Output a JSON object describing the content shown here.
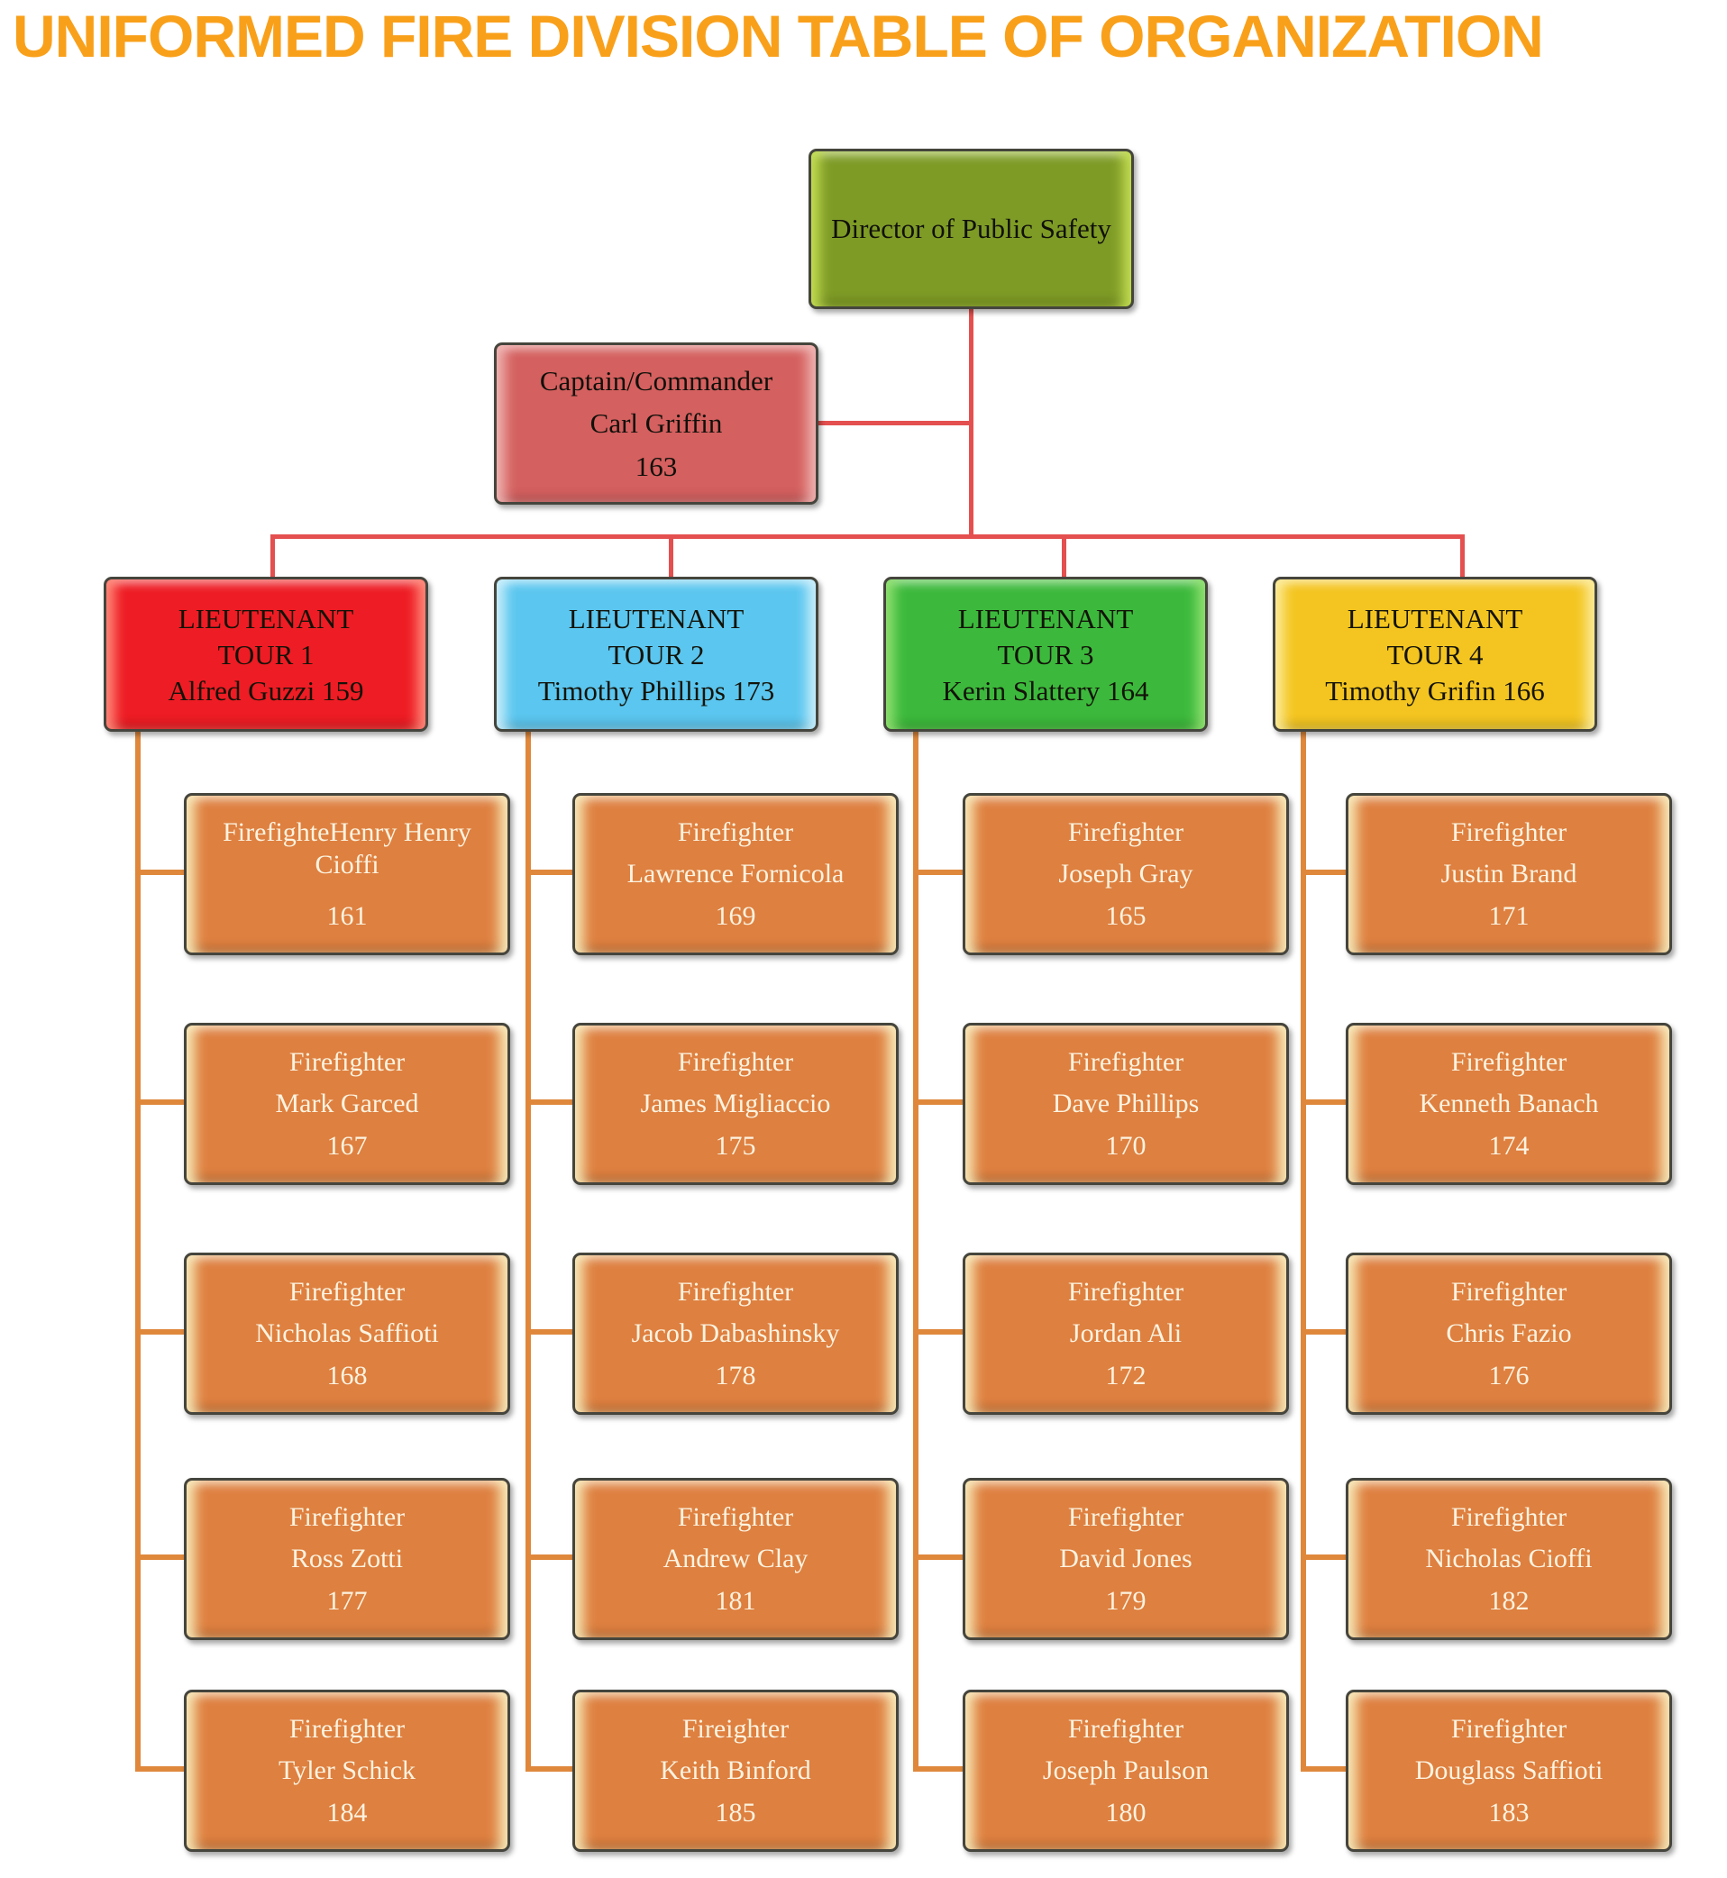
{
  "title": "UNIFORMED FIRE DIVISION TABLE OF ORGANIZATION",
  "colors": {
    "title": "#F9A01B",
    "background": "#FFFFFF",
    "box_border": "#45453D",
    "connector_red": "#E4504F",
    "connector_orange": "#DF883C",
    "director": {
      "fill": "#7E9B26",
      "highlight": "#C4DE52"
    },
    "captain": {
      "fill": "#D4605F",
      "highlight": "#EFB4B2"
    },
    "member": {
      "fill": "#DE8040",
      "highlight": "#F8E9B8",
      "text": "#FCF3E0"
    }
  },
  "director": {
    "label": "Director of Public Safety"
  },
  "captain": {
    "rank": "Captain/Commander",
    "name": "Carl Griffin",
    "number": "163"
  },
  "tours": [
    {
      "rank": "LIEUTENANT",
      "tour": "TOUR 1",
      "leader": "Alfred Guzzi 159",
      "fill": "#EE1C24",
      "highlight": "#FF8A7A",
      "members": [
        {
          "role": "FirefighteHenry Henry Cioffi",
          "name": "",
          "number": "161"
        },
        {
          "role": "Firefighter",
          "name": "Mark Garced",
          "number": "167"
        },
        {
          "role": "Firefighter",
          "name": "Nicholas Saffioti",
          "number": "168"
        },
        {
          "role": "Firefighter",
          "name": "Ross Zotti",
          "number": "177"
        },
        {
          "role": "Firefighter",
          "name": "Tyler Schick",
          "number": "184"
        }
      ]
    },
    {
      "rank": "LIEUTENANT",
      "tour": "TOUR 2",
      "leader": "Timothy Phillips 173",
      "fill": "#5BC6EF",
      "highlight": "#CBEFFB",
      "members": [
        {
          "role": "Firefighter",
          "name": "Lawrence Fornicola",
          "number": "169"
        },
        {
          "role": "Firefighter",
          "name": "James Migliaccio",
          "number": "175"
        },
        {
          "role": "Firefighter",
          "name": "Jacob Dabashinsky",
          "number": "178"
        },
        {
          "role": "Firefighter",
          "name": "Andrew Clay",
          "number": "181"
        },
        {
          "role": "Fireighter",
          "name": "Keith Binford",
          "number": "185"
        }
      ]
    },
    {
      "rank": "LIEUTENANT",
      "tour": "TOUR 3",
      "leader": "Kerin Slattery 164",
      "fill": "#3CB93C",
      "highlight": "#90E070",
      "members": [
        {
          "role": "Firefighter",
          "name": "Joseph Gray",
          "number": "165"
        },
        {
          "role": "Firefighter",
          "name": "Dave Phillips",
          "number": "170"
        },
        {
          "role": "Firefighter",
          "name": "Jordan Ali",
          "number": "172"
        },
        {
          "role": "Firefighter",
          "name": "David Jones",
          "number": "179"
        },
        {
          "role": "Firefighter",
          "name": "Joseph Paulson",
          "number": "180"
        }
      ]
    },
    {
      "rank": "LIEUTENANT",
      "tour": "TOUR 4",
      "leader": "Timothy Grifin 166",
      "fill": "#F4C520",
      "highlight": "#FCEC9C",
      "members": [
        {
          "role": "Firefighter",
          "name": "Justin Brand",
          "number": "171"
        },
        {
          "role": "Firefighter",
          "name": "Kenneth Banach",
          "number": "174"
        },
        {
          "role": "Firefighter",
          "name": "Chris Fazio",
          "number": "176"
        },
        {
          "role": "Firefighter",
          "name": "Nicholas Cioffi",
          "number": "182"
        },
        {
          "role": "Firefighter",
          "name": "Douglass Saffioti",
          "number": "183"
        }
      ]
    }
  ]
}
